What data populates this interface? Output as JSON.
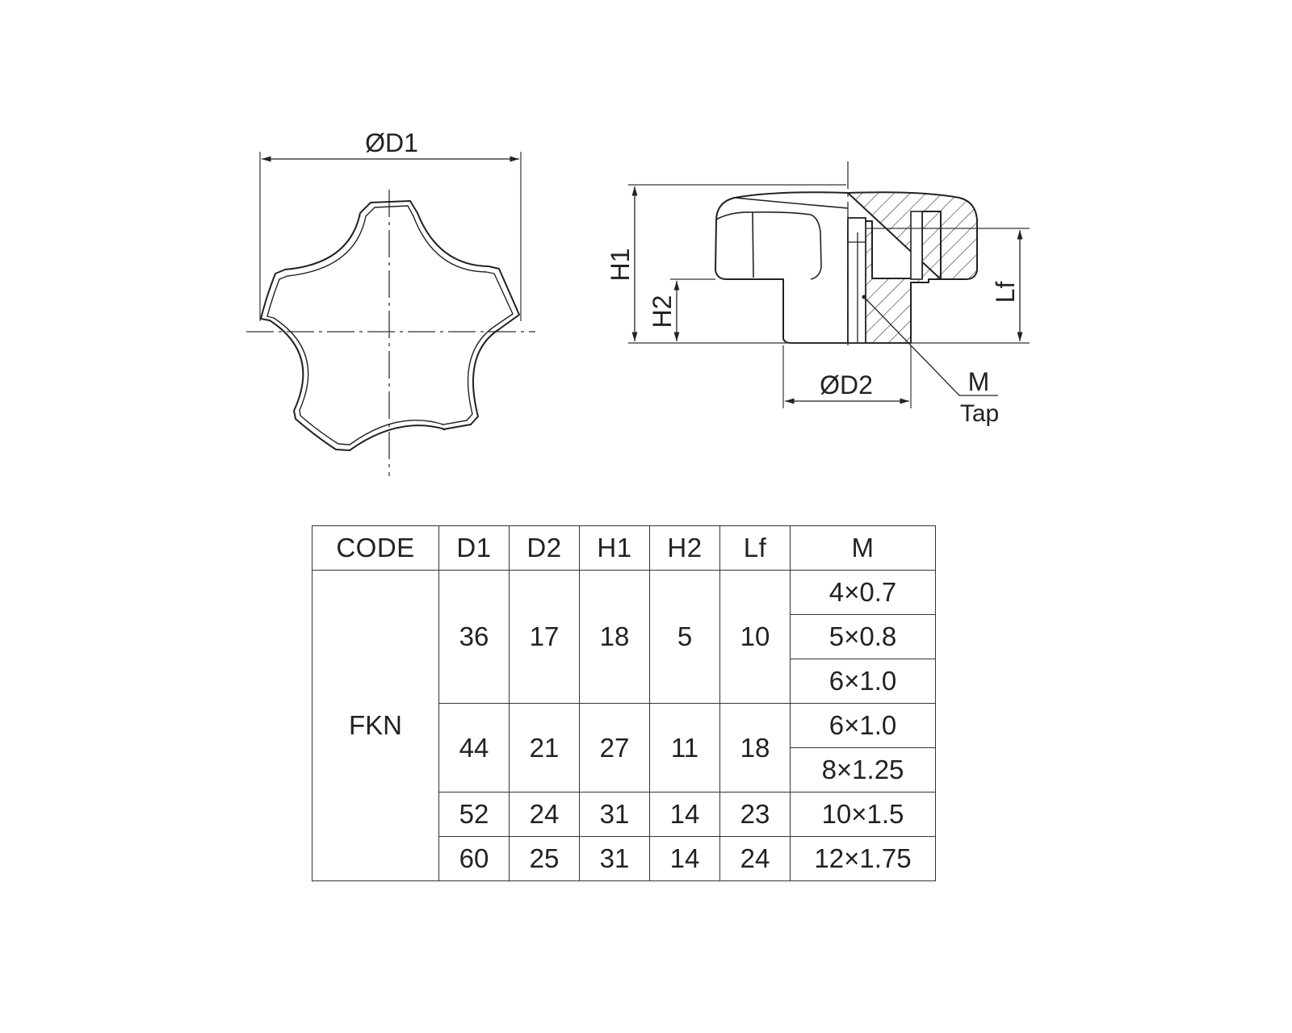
{
  "drawing": {
    "top_view": {
      "d1_label": "ØD1"
    },
    "side_view": {
      "h1_label": "H1",
      "h2_label": "H2",
      "lf_label": "Lf",
      "d2_label": "ØD2",
      "m_label": "M",
      "tap_label": "Tap"
    }
  },
  "table": {
    "headers": [
      "CODE",
      "D1",
      "D2",
      "H1",
      "H2",
      "Lf",
      "M"
    ],
    "code": "FKN",
    "groups": [
      {
        "D1": "36",
        "D2": "17",
        "H1": "18",
        "H2": "5",
        "Lf": "10",
        "M": [
          "4×0.7",
          "5×0.8",
          "6×1.0"
        ]
      },
      {
        "D1": "44",
        "D2": "21",
        "H1": "27",
        "H2": "11",
        "Lf": "18",
        "M": [
          "6×1.0",
          "8×1.25"
        ]
      },
      {
        "D1": "52",
        "D2": "24",
        "H1": "31",
        "H2": "14",
        "Lf": "23",
        "M": [
          "10×1.5"
        ]
      },
      {
        "D1": "60",
        "D2": "25",
        "H1": "31",
        "H2": "14",
        "Lf": "24",
        "M": [
          "12×1.75"
        ]
      }
    ]
  }
}
